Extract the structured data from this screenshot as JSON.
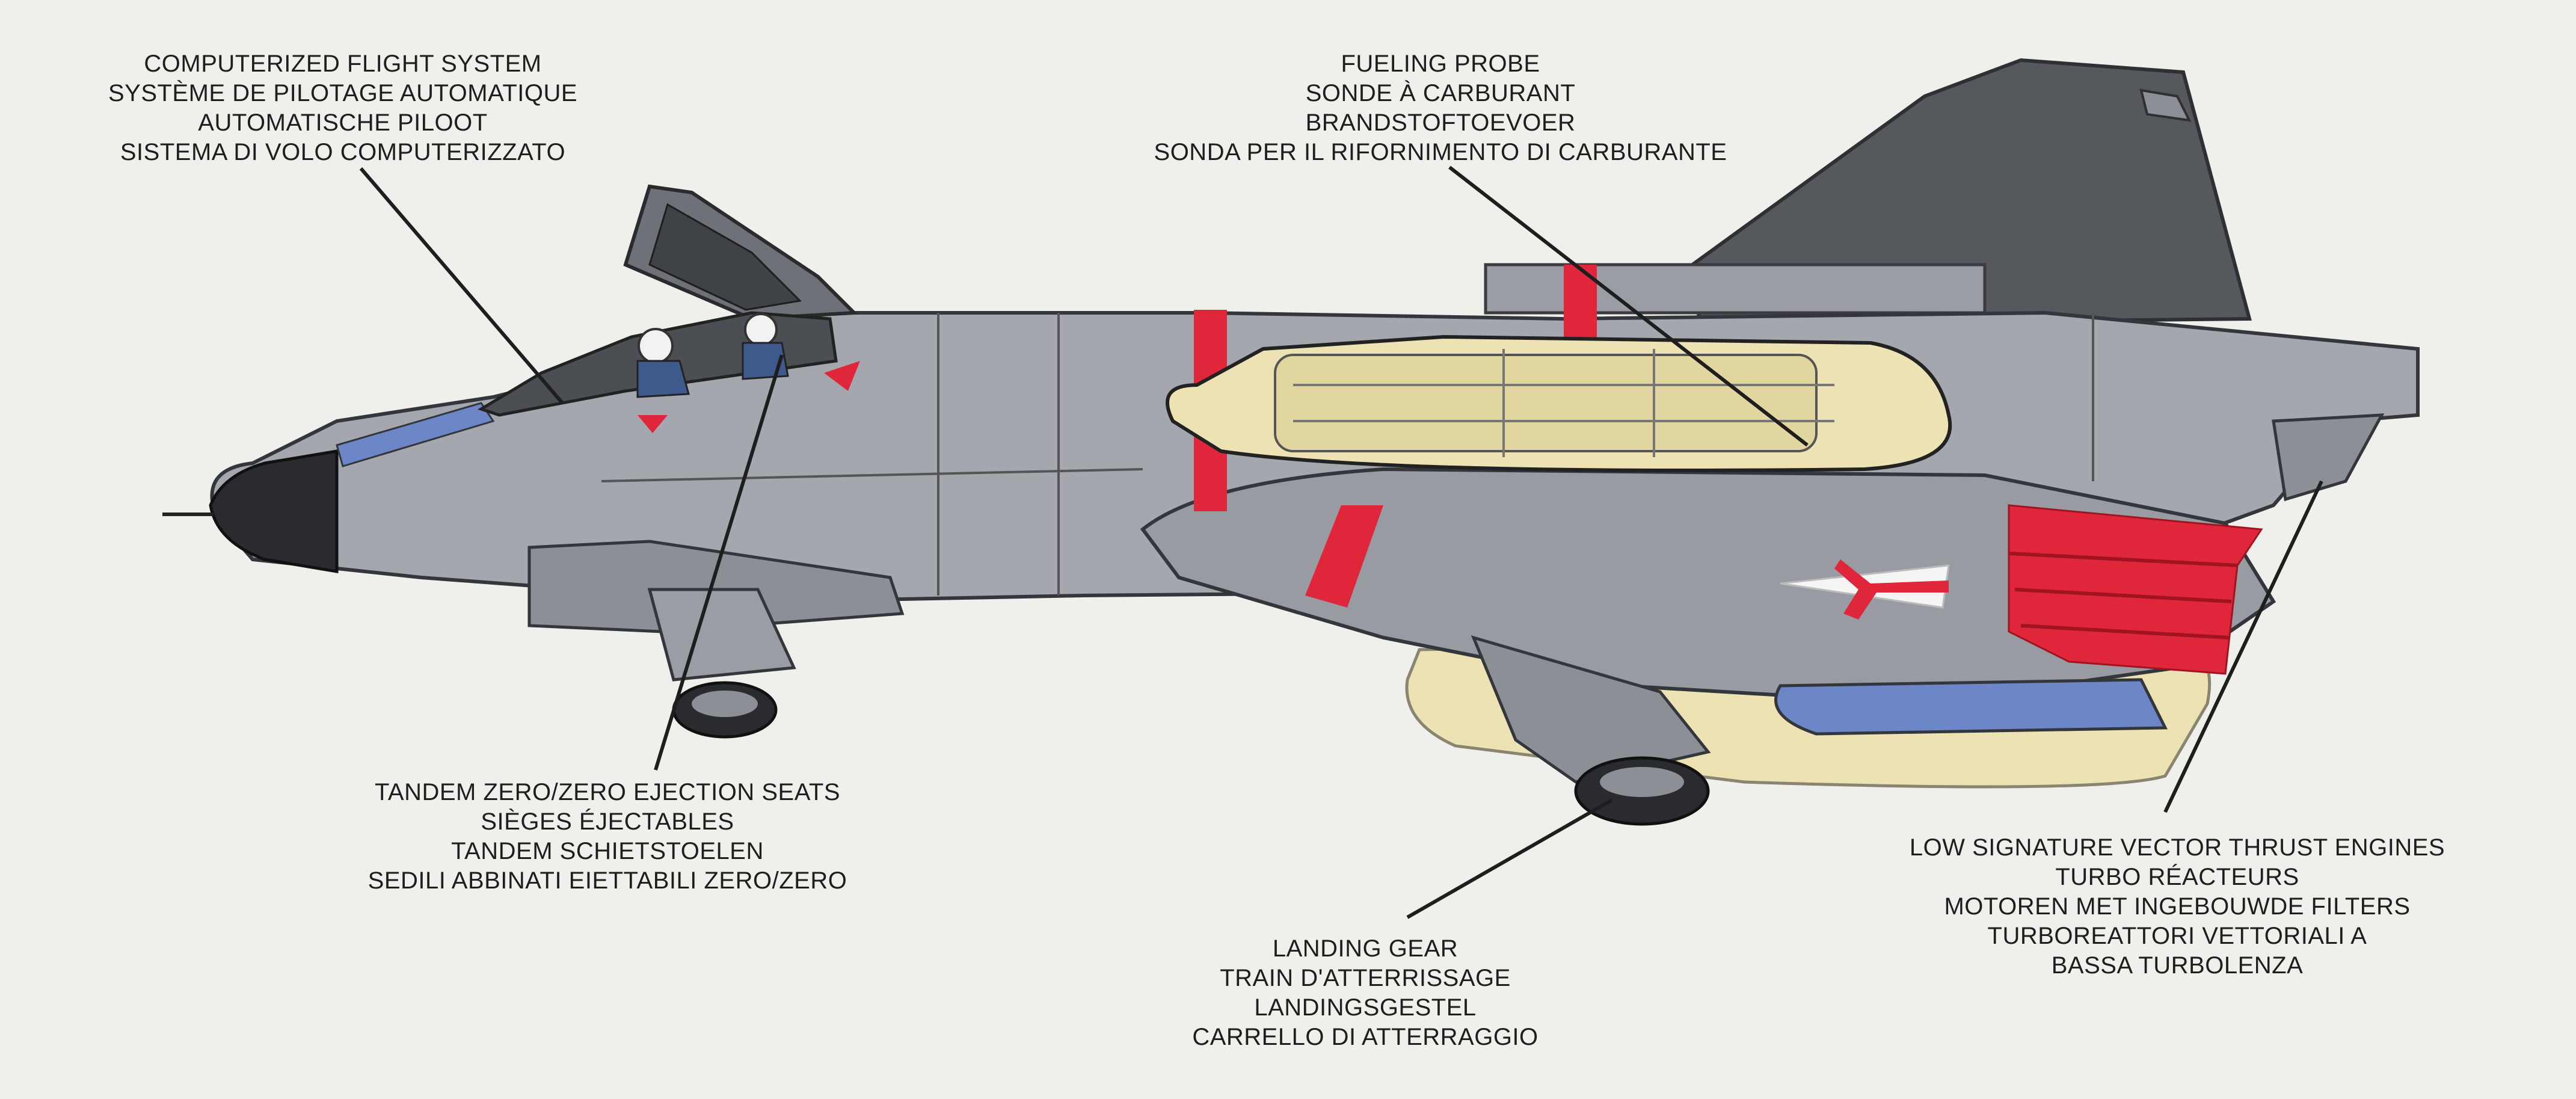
{
  "callouts": {
    "flight_system": [
      "COMPUTERIZED FLIGHT SYSTEM",
      "SYSTÈME DE PILOTAGE AUTOMATIQUE",
      "AUTOMATISCHE PILOOT",
      "SISTEMA DI VOLO COMPUTERIZZATO"
    ],
    "fueling_probe": [
      "FUELING PROBE",
      "SONDE À CARBURANT",
      "BRANDSTOFTOEVOER",
      "SONDA PER IL RIFORNIMENTO DI CARBURANTE"
    ],
    "ejection_seats": [
      "TANDEM ZERO/ZERO EJECTION SEATS",
      "SIÈGES ÉJECTABLES",
      "TANDEM SCHIETSTOELEN",
      "SEDILI ABBINATI EIETTABILI ZERO/ZERO"
    ],
    "landing_gear": [
      "LANDING GEAR",
      "TRAIN D'ATTERRISSAGE",
      "LANDINGSGESTEL",
      "CARRELLO DI ATTERRAGGIO"
    ],
    "engines": [
      "LOW SIGNATURE VECTOR THRUST ENGINES",
      "TURBO RÉACTEURS",
      "MOTOREN MET INGEBOUWDE FILTERS",
      "TURBOREATTORI VETTORIALI A",
      "BASSA TURBOLENZA"
    ]
  },
  "colors": {
    "background": "#efefec",
    "fuselage": "#a4a8ae",
    "fuselage_dark": "#6e7278",
    "tail": "#55585c",
    "red_stripe": "#e0263a",
    "blue_accent": "#6c86c8",
    "engine_cream": "#ece2b4"
  }
}
